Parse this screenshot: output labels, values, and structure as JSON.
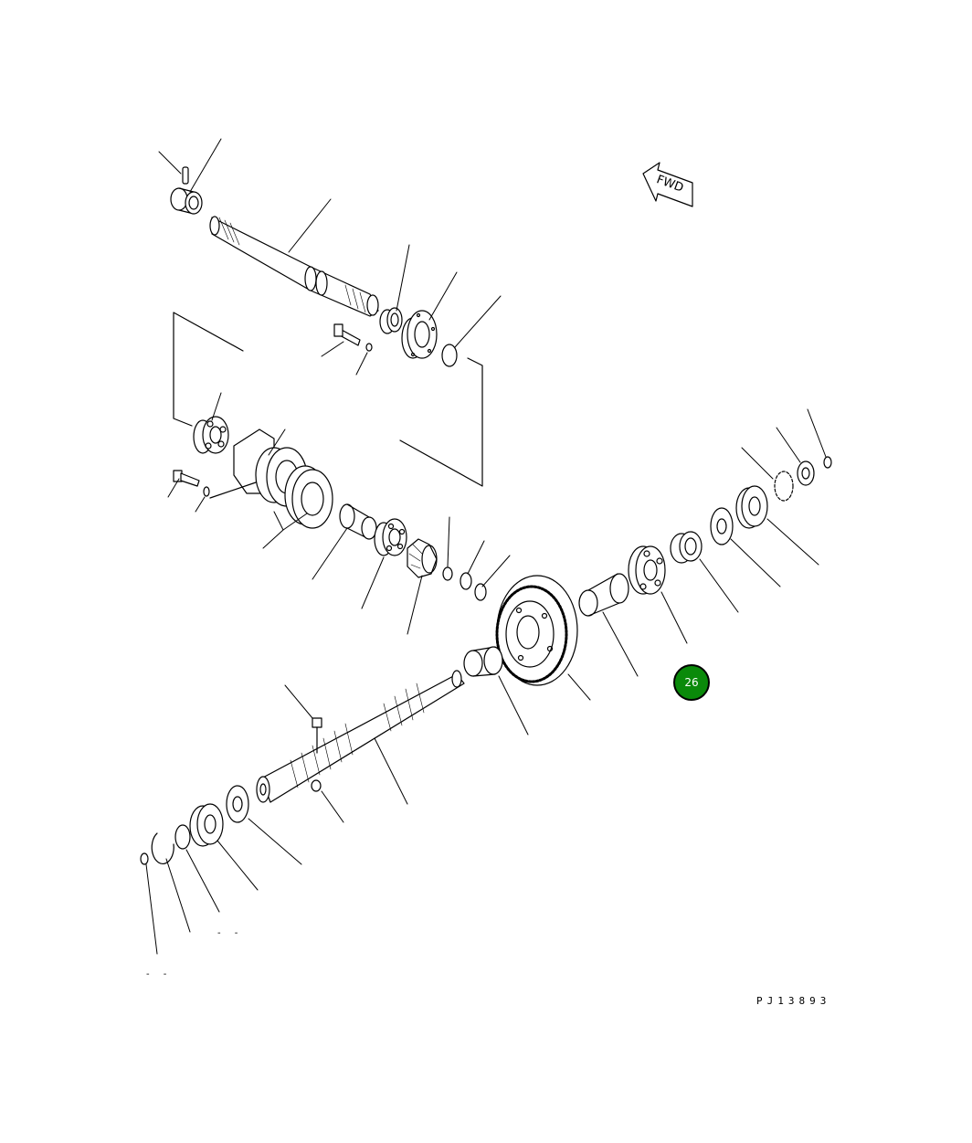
{
  "drawing": {
    "code": "PJ13893",
    "fwd_label": "FWD",
    "small_marks_1": "- -",
    "small_marks_2": "- -"
  },
  "hotspot": {
    "label": "26",
    "color": "#0a8a0a"
  },
  "icons": {
    "direction": "fwd-arrow-icon"
  }
}
